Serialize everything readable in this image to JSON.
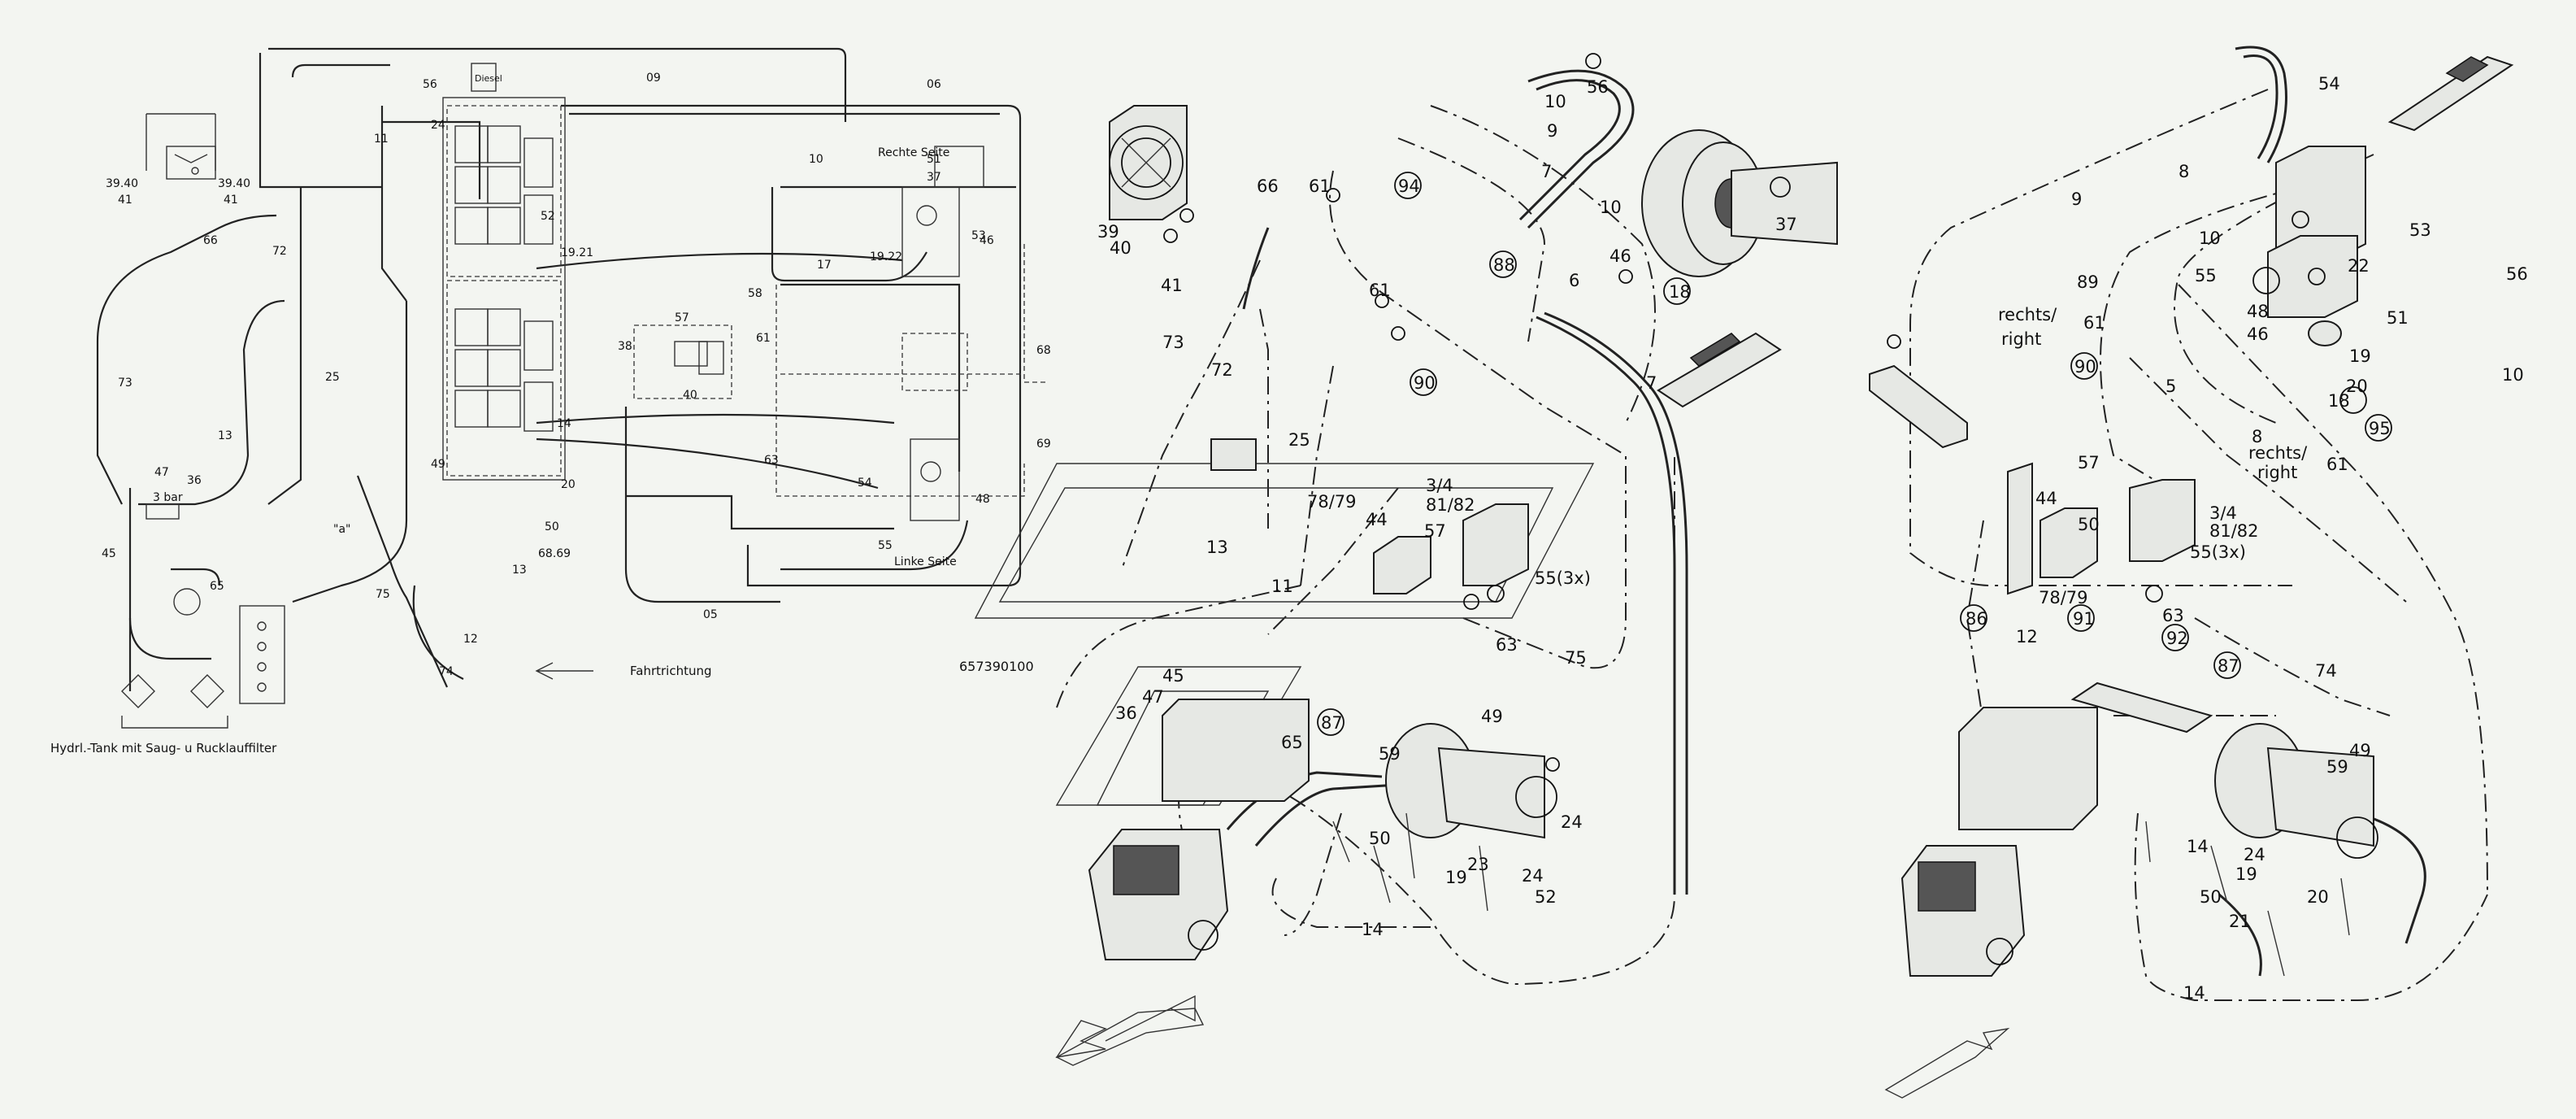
{
  "schematic": {
    "labels": [
      "39.40",
      "41",
      "39.40",
      "41",
      "66",
      "72",
      "73",
      "13",
      "45",
      "47",
      "36",
      "3 bar",
      "65",
      "75",
      "74",
      "05",
      "06",
      "09",
      "10",
      "11",
      "12",
      "13",
      "14",
      "17",
      "20",
      "19.21",
      "19.22",
      "24",
      "25",
      "37",
      "38",
      "40",
      "46",
      "48",
      "49",
      "50",
      "51",
      "52",
      "53",
      "54",
      "55",
      "56",
      "57",
      "58",
      "61",
      "63",
      "68",
      "69",
      "68.69",
      "Rechte Seite",
      "Linke Seite",
      "Diesel",
      "Hydrl.-Tank mit Saug- u Rucklauffilter",
      "Fahrtrichtung",
      "\"a\"",
      "657390100"
    ]
  },
  "diagram1": {
    "labels": [
      "56",
      "10",
      "9",
      "7",
      "61",
      "10",
      "94",
      "37",
      "66",
      "39",
      "40",
      "41",
      "61",
      "88",
      "46",
      "6",
      "18",
      "73",
      "72",
      "25",
      "90",
      "7",
      "13",
      "11",
      "78/79",
      "44",
      "57",
      "3/4",
      "81/82",
      "55(3x)",
      "63",
      "75",
      "45",
      "47",
      "36",
      "65",
      "87",
      "49",
      "59",
      "50",
      "19",
      "23",
      "24",
      "24",
      "52",
      "14"
    ]
  },
  "diagram2": {
    "labels": [
      "54",
      "9",
      "8",
      "53",
      "10",
      "55",
      "22",
      "56",
      "48",
      "51",
      "46",
      "19",
      "20",
      "10",
      "rechts/",
      "right",
      "61",
      "89",
      "5",
      "90",
      "18",
      "95",
      "8",
      "rechts/",
      "right",
      "61",
      "57",
      "44",
      "50",
      "3/4",
      "81/82",
      "55(3x)",
      "63",
      "78/79",
      "86",
      "91",
      "92",
      "12",
      "87",
      "74",
      "59",
      "49",
      "24",
      "14",
      "19",
      "21",
      "20",
      "50",
      "14"
    ]
  }
}
